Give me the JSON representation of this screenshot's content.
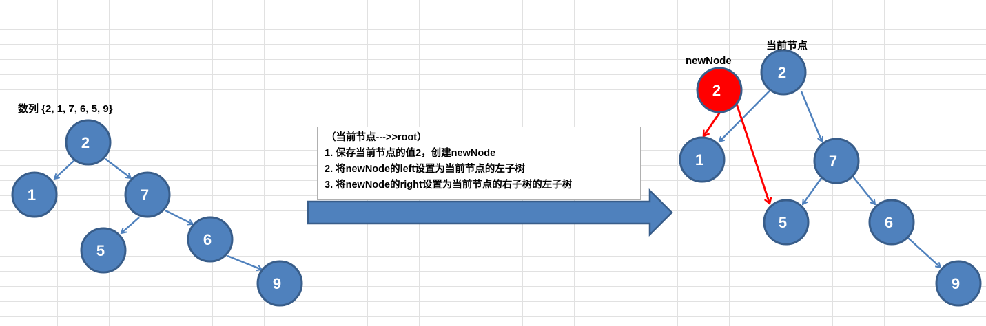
{
  "sequence_label": "数列 {2, 1, 7, 6, 5, 9}",
  "instruction_box": {
    "title": "（当前节点--->>root）",
    "steps": [
      "1. 保存当前节点的值2，创建newNode",
      "2. 将newNode的left设置为当前节点的左子树",
      "3. 将newNode的right设置为当前节点的右子树的左子树"
    ]
  },
  "colors": {
    "node_fill": "#4f81bd",
    "node_border": "#385d8a",
    "new_node_fill": "#ff0000",
    "red_arrow": "#ff0000",
    "grid": "#e1e1e1"
  },
  "left_tree": {
    "nodes": [
      {
        "id": "n2",
        "value": "2"
      },
      {
        "id": "n1",
        "value": "1"
      },
      {
        "id": "n7",
        "value": "7"
      },
      {
        "id": "n5",
        "value": "5"
      },
      {
        "id": "n6",
        "value": "6"
      },
      {
        "id": "n9",
        "value": "9"
      }
    ],
    "edges": [
      [
        "2",
        "1"
      ],
      [
        "2",
        "7"
      ],
      [
        "7",
        "5"
      ],
      [
        "7",
        "6"
      ],
      [
        "6",
        "9"
      ]
    ]
  },
  "right_tree": {
    "new_node_label": "newNode",
    "current_node_label": "当前节点",
    "nodes": [
      {
        "id": "new2",
        "value": "2",
        "highlight": true
      },
      {
        "id": "cur2",
        "value": "2"
      },
      {
        "id": "r1",
        "value": "1"
      },
      {
        "id": "r7",
        "value": "7"
      },
      {
        "id": "r5",
        "value": "5"
      },
      {
        "id": "r6",
        "value": "6"
      },
      {
        "id": "r9",
        "value": "9"
      }
    ],
    "edges": [
      [
        "cur2",
        "r1"
      ],
      [
        "cur2",
        "r7"
      ],
      [
        "r7",
        "r5"
      ],
      [
        "r7",
        "r6"
      ],
      [
        "r6",
        "r9"
      ]
    ],
    "red_edges": [
      [
        "new2",
        "r1"
      ],
      [
        "new2",
        "r5"
      ]
    ]
  }
}
